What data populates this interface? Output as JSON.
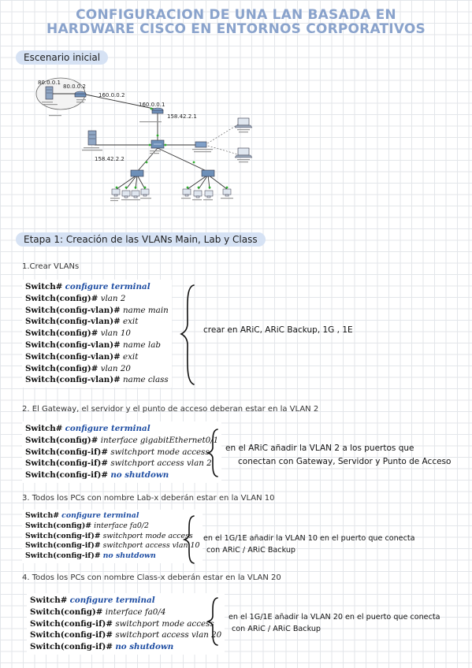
{
  "title": {
    "line1": "CONFIGURACION DE UNA LAN BASADA EN",
    "line2": "HARDWARE CISCO EN ENTORNOS CORPORATIVOS"
  },
  "section1": {
    "label": "Escenario inicial"
  },
  "diagram": {
    "ip1": "80.0.0.1",
    "ip2": "80.0.0.2",
    "ip3": "160.0.0.2",
    "ip4": "160.0.0.1",
    "ip5": "158.42.2.1",
    "ip6": "158.42.2.2"
  },
  "section2": {
    "label": "Etapa 1: Creación de las VLANs Main, Lab y Class"
  },
  "steps": [
    {
      "heading": "1.Crear VLANs",
      "lines": [
        {
          "prompt": "Switch#",
          "cmd": "configure terminal",
          "blue": true
        },
        {
          "prompt": "Switch(config)#",
          "cmd": "vlan 2"
        },
        {
          "prompt": "Switch(config-vlan)#",
          "cmd": "name main"
        },
        {
          "prompt": "Switch(config-vlan)#",
          "cmd": "exit"
        },
        {
          "prompt": "Switch(config)#",
          "cmd": "vlan 10"
        },
        {
          "prompt": "Switch(config-vlan)#",
          "cmd": "name lab"
        },
        {
          "prompt": "Switch(config-vlan)#",
          "cmd": "exit"
        },
        {
          "prompt": "Switch(config)#",
          "cmd": "vlan 20"
        },
        {
          "prompt": "Switch(config-vlan)#",
          "cmd": "name class"
        }
      ],
      "note": [
        "crear en ARiC, ARiC Backup, 1G , 1E"
      ]
    },
    {
      "heading": "2. El Gateway, el servidor y el punto de acceso deberan estar en la VLAN 2",
      "lines": [
        {
          "prompt": "Switch#",
          "cmd": "configure terminal",
          "blue": true
        },
        {
          "prompt": "Switch(config)#",
          "cmd": "interface gigabitEthernet0/1"
        },
        {
          "prompt": "Switch(config-if)#",
          "cmd": "switchport mode access"
        },
        {
          "prompt": "Switch(config-if)#",
          "cmd": "switchport access vlan 2"
        },
        {
          "prompt": "Switch(config-if)#",
          "cmd": "no shutdown",
          "blue": true
        }
      ],
      "note": [
        "en el ARiC añadir la VLAN 2 a los puertos que",
        "conectan con Gateway, Servidor y Punto de Acceso"
      ]
    },
    {
      "heading": "3. Todos los PCs con nombre Lab-x deberán estar en la VLAN 10",
      "lines": [
        {
          "prompt": "Switch#",
          "cmd": "configure terminal",
          "blue": true
        },
        {
          "prompt": "Switch(config)#",
          "cmd": "interface fa0/2"
        },
        {
          "prompt": "Switch(config-if)#",
          "cmd": "switchport mode access"
        },
        {
          "prompt": "Switch(config-if)#",
          "cmd": "switchport access vlan 10"
        },
        {
          "prompt": "Switch(config-if)#",
          "cmd": "no shutdown",
          "blue": true
        }
      ],
      "note": [
        "en el 1G/1E añadir la VLAN 10 en el puerto que conecta",
        "con ARiC / ARiC Backup"
      ]
    },
    {
      "heading": "4. Todos los PCs con nombre Class-x deberán estar en la VLAN 20",
      "lines": [
        {
          "prompt": "Switch#",
          "cmd": "configure terminal",
          "blue": true
        },
        {
          "prompt": "Switch(config)#",
          "cmd": "interface fa0/4"
        },
        {
          "prompt": "Switch(config-if)#",
          "cmd": "switchport mode access"
        },
        {
          "prompt": "Switch(config-if)#",
          "cmd": "switchport access vlan 20"
        },
        {
          "prompt": "Switch(config-if)#",
          "cmd": "no shutdown",
          "blue": true
        }
      ],
      "note": [
        "en el 1G/1E añadir la VLAN 20 en el puerto que conecta",
        "con ARiC / ARiC Backup"
      ]
    }
  ]
}
